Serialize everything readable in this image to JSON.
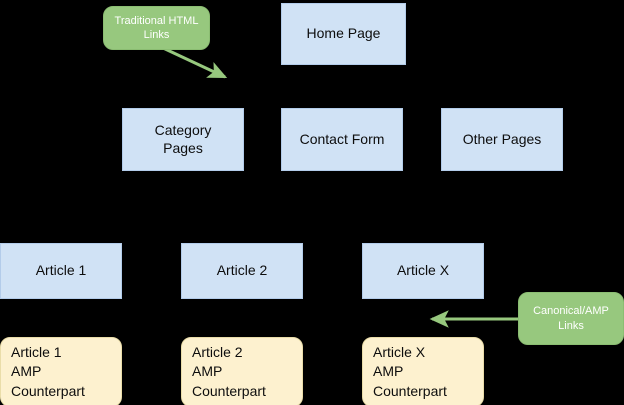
{
  "diagram": {
    "title": "AMP site architecture diagram",
    "background_color": "#000000",
    "colors": {
      "page_box_fill": "#d0e2f5",
      "page_box_stroke": "#b3ccea",
      "amp_box_fill": "#fdf1cf",
      "amp_box_stroke": "#eadda9",
      "callout_fill": "#97c87e",
      "callout_text": "#ffffff",
      "arrow_stroke": "#97c87e",
      "text": "#0d0d0d"
    },
    "pages_row_1": [
      {
        "id": "home-page",
        "label": "Home Page"
      }
    ],
    "pages_row_2": [
      {
        "id": "category-pages",
        "label": "Category\nPages"
      },
      {
        "id": "contact-form",
        "label": "Contact Form"
      },
      {
        "id": "other-pages",
        "label": "Other Pages"
      }
    ],
    "articles": [
      {
        "id": "article-1",
        "label": "Article 1"
      },
      {
        "id": "article-2",
        "label": "Article 2"
      },
      {
        "id": "article-x",
        "label": "Article X"
      }
    ],
    "amp_counterparts": [
      {
        "id": "article-1-amp",
        "label": "Article 1\nAMP\nCounterpart"
      },
      {
        "id": "article-2-amp",
        "label": "Article 2\nAMP\nCounterpart"
      },
      {
        "id": "article-x-amp",
        "label": "Article X\nAMP\nCounterpart"
      }
    ],
    "callouts": [
      {
        "id": "traditional-html-links",
        "label": "Traditional HTML\nLinks"
      },
      {
        "id": "canonical-amp-links",
        "label": "Canonical/AMP\nLinks"
      }
    ]
  }
}
